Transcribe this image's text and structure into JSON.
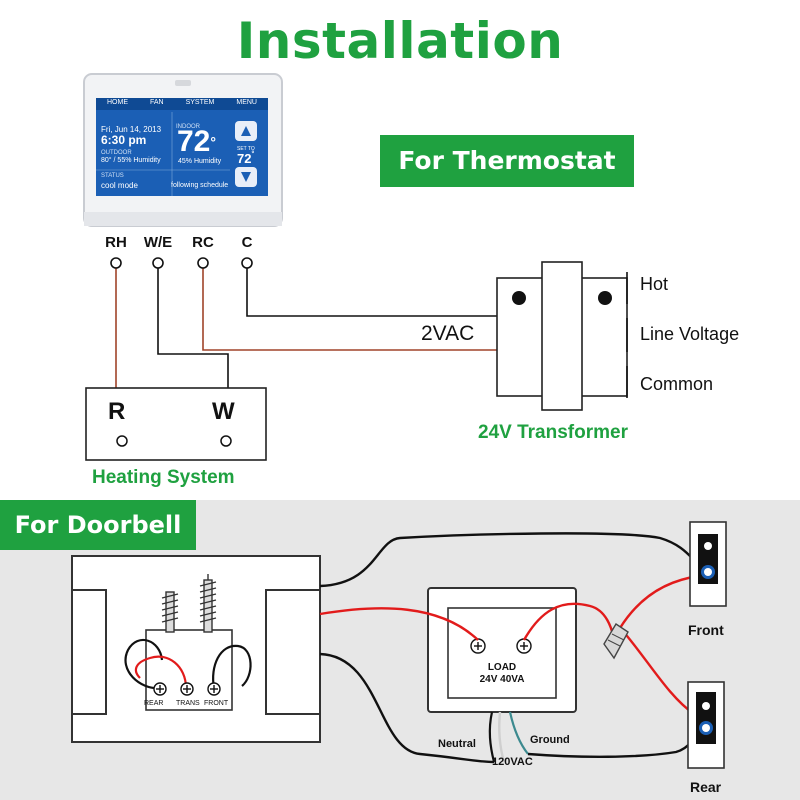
{
  "title": "Installation",
  "thermostat_section": {
    "tag": "For Thermostat",
    "screen": {
      "tabs": [
        "HOME",
        "FAN",
        "SYSTEM",
        "MENU"
      ],
      "date": "Fri, Jun 14, 2013",
      "time": "6:30 pm",
      "outdoor_label": "OUTDOOR",
      "outdoor_value": "80° / 55% Humidity",
      "status_label": "STATUS",
      "status_value": "cool mode",
      "indoor_label": "INDOOR",
      "indoor_temp": "72",
      "indoor_humidity": "45% Humidity",
      "schedule": "following schedule",
      "set_to_label": "SET TO",
      "set_to_value": "72"
    },
    "terminals": [
      "RH",
      "W/E",
      "RC",
      "C"
    ],
    "voltage_label": "2VAC",
    "transformer_label": "24V Transformer",
    "line_labels": [
      "Hot",
      "Line Voltage",
      "Common"
    ],
    "heating_terminals": [
      "R",
      "W"
    ],
    "heating_label": "Heating System"
  },
  "doorbell_section": {
    "tag": "For Doorbell",
    "chime_terminals": [
      "REAR",
      "TRANS",
      "FRONT"
    ],
    "transformer_text_1": "LOAD",
    "transformer_text_2": "24V 40VA",
    "neutral_label": "Neutral",
    "ground_label": "Ground",
    "supply_label": "120VAC",
    "front_label": "Front",
    "rear_label": "Rear"
  },
  "colors": {
    "brand_green": "#1fa140",
    "wire_red": "#e21b1b",
    "wire_brown": "#a0442a",
    "wire_black": "#111111",
    "screen_blue": "#1b5fb5"
  }
}
